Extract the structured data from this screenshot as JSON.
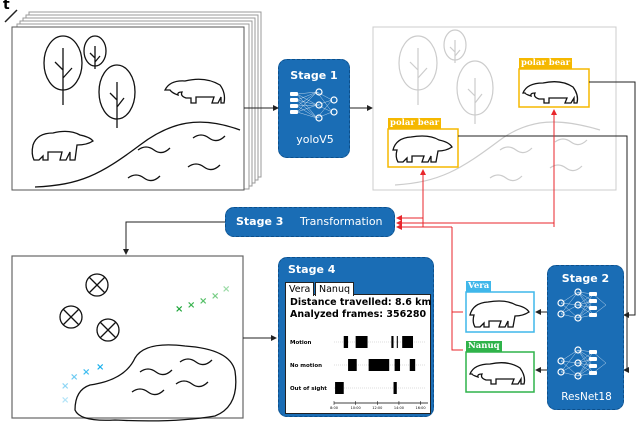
{
  "time_axis_label": "t",
  "stages": {
    "stage1": {
      "title": "Stage 1",
      "model": "yoloV5"
    },
    "stage2": {
      "title": "Stage 2",
      "model": "ResNet18"
    },
    "stage3": {
      "title": "Stage 3",
      "label": "Transformation"
    },
    "stage4": {
      "title": "Stage 4",
      "tabs": [
        "Vera",
        "Nanuq"
      ],
      "active_tab": "Vera",
      "distance": "Distance travelled: 8.6 km",
      "frames": "Analyzed  frames: 356280",
      "chart_data": {
        "type": "timeline",
        "rows": [
          {
            "label": "Motion",
            "intervals": [
              [
                8.9,
                9.3
              ],
              [
                10.0,
                11.1
              ],
              [
                13.3,
                13.5
              ],
              [
                13.8,
                13.9
              ],
              [
                14.3,
                15.3
              ]
            ]
          },
          {
            "label": "No motion",
            "intervals": [
              [
                9.3,
                10.1
              ],
              [
                11.2,
                13.1
              ],
              [
                13.6,
                14.1
              ],
              [
                15.0,
                15.5
              ]
            ]
          },
          {
            "label": "Out of sight",
            "intervals": [
              [
                8.1,
                8.9
              ],
              [
                13.5,
                13.8
              ]
            ]
          }
        ],
        "x_ticks": [
          "8:00",
          "10:00",
          "12:00",
          "14:00",
          "16:00"
        ],
        "xlim": [
          8,
          16.5
        ]
      }
    }
  },
  "detections": [
    {
      "label": "polar bear",
      "color": "#f5b800"
    },
    {
      "label": "polar bear",
      "color": "#f5b800"
    }
  ],
  "identities": [
    {
      "label": "Vera",
      "color": "#3fb7ea"
    },
    {
      "label": "Nanuq",
      "color": "#2fb34a"
    }
  ],
  "colors": {
    "stage_blue": "#1a6db5",
    "arrow_red": "#e8262b",
    "track_blue": "#3fb7ea",
    "track_green": "#2fb34a"
  }
}
